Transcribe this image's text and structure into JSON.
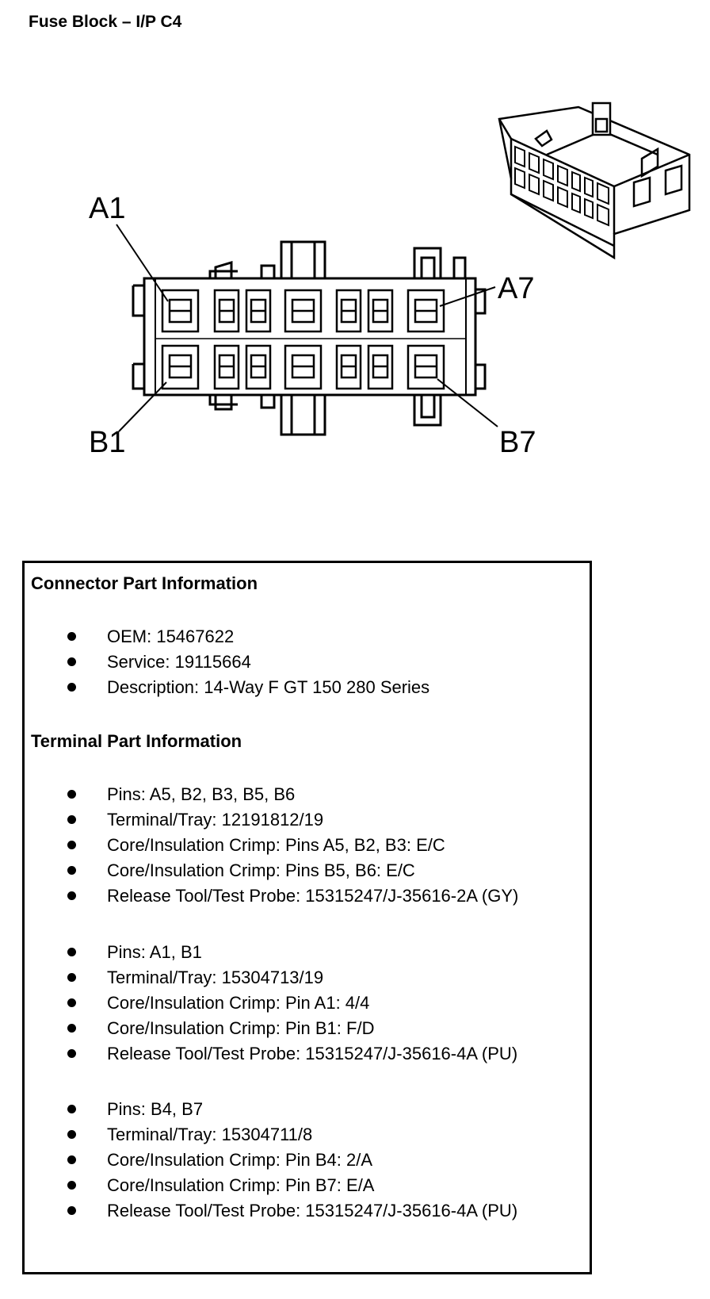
{
  "title": "Fuse Block – I/P C4",
  "pin_labels": {
    "a1": "A1",
    "a7": "A7",
    "b1": "B1",
    "b7": "B7"
  },
  "connector_info": {
    "heading": "Connector Part Information",
    "items": [
      "OEM: 15467622",
      "Service: 19115664",
      "Description: 14-Way F GT 150 280 Series"
    ]
  },
  "terminal_info": {
    "heading": "Terminal Part Information",
    "groups": [
      {
        "items": [
          "Pins: A5, B2, B3, B5, B6",
          "Terminal/Tray: 12191812/19",
          "Core/Insulation Crimp: Pins A5, B2, B3: E/C",
          "Core/Insulation Crimp: Pins B5, B6: E/C",
          "Release Tool/Test Probe: 15315247/J-35616-2A (GY)"
        ]
      },
      {
        "items": [
          "Pins: A1, B1",
          "Terminal/Tray: 15304713/19",
          "Core/Insulation Crimp: Pin A1: 4/4",
          "Core/Insulation Crimp: Pin B1: F/D",
          "Release Tool/Test Probe: 15315247/J-35616-4A (PU)"
        ]
      },
      {
        "items": [
          "Pins: B4, B7",
          "Terminal/Tray: 15304711/8",
          "Core/Insulation Crimp: Pin B4: 2/A",
          "Core/Insulation Crimp: Pin B7: E/A",
          "Release Tool/Test Probe: 15315247/J-35616-4A (PU)"
        ]
      }
    ]
  }
}
